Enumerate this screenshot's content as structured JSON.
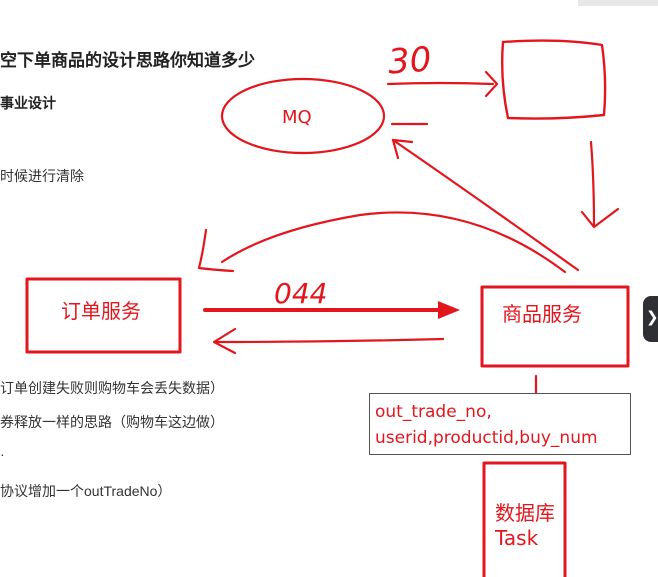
{
  "doc": {
    "title": "空下单商品的设计思路你知道多少",
    "subtitle": "事业设计",
    "lines": [
      "时候进行清除",
      "订单创建失败则购物车会丢失数据）",
      "券释放一样的思路（购物车这边做）",
      "协议增加一个outTradeNo）"
    ]
  },
  "diagram": {
    "mq_label": "MQ",
    "order_service": "订单服务",
    "product_service": "商品服务",
    "db_line1": "数据库",
    "db_line2": "Task",
    "fields_line1": "out_trade_no,",
    "fields_line2": "userid,productid,buy_num",
    "handwritten_30": "30",
    "handwritten_044": "044"
  },
  "ui": {
    "side_tab_glyph": "❯"
  },
  "colors": {
    "ink": "#e3161d",
    "text": "#333333"
  }
}
